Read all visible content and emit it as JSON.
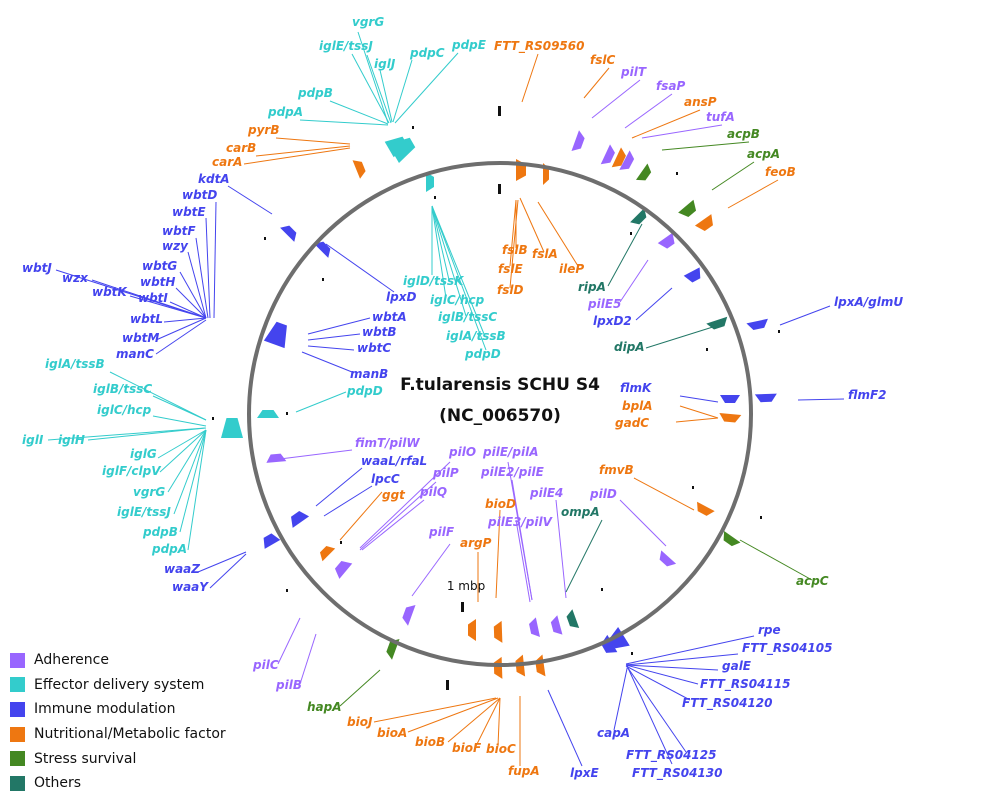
{
  "chart_data": {
    "type": "circular-genome-map",
    "title": "F.tularensis SCHU S4",
    "subtitle": "(NC_006570)",
    "scale_marker": "1 mbp",
    "categories": [
      {
        "key": "adh",
        "name": "Adherence",
        "color": "#9966ff"
      },
      {
        "key": "eff",
        "name": "Effector delivery system",
        "color": "#33cccc"
      },
      {
        "key": "imm",
        "name": "Immune modulation",
        "color": "#4444ee"
      },
      {
        "key": "nut",
        "name": "Nutritional/Metabolic factor",
        "color": "#ee7711"
      },
      {
        "key": "str",
        "name": "Stress survival",
        "color": "#448822"
      },
      {
        "key": "oth",
        "name": "Others",
        "color": "#227766"
      }
    ],
    "genes": [
      {
        "label": "vgrG",
        "cat": "eff"
      },
      {
        "label": "iglE/tssJ",
        "cat": "eff"
      },
      {
        "label": "iglJ",
        "cat": "eff"
      },
      {
        "label": "pdpC",
        "cat": "eff"
      },
      {
        "label": "pdpE",
        "cat": "eff"
      },
      {
        "label": "FTT_RS09560",
        "cat": "nut"
      },
      {
        "label": "fslC",
        "cat": "nut"
      },
      {
        "label": "pilT",
        "cat": "adh"
      },
      {
        "label": "fsaP",
        "cat": "adh"
      },
      {
        "label": "ansP",
        "cat": "nut"
      },
      {
        "label": "tufA",
        "cat": "adh"
      },
      {
        "label": "acpB",
        "cat": "str"
      },
      {
        "label": "acpA",
        "cat": "str"
      },
      {
        "label": "feoB",
        "cat": "nut"
      },
      {
        "label": "pdpB",
        "cat": "eff"
      },
      {
        "label": "pdpA",
        "cat": "eff"
      },
      {
        "label": "pyrB",
        "cat": "nut"
      },
      {
        "label": "carB",
        "cat": "nut"
      },
      {
        "label": "carA",
        "cat": "nut"
      },
      {
        "label": "kdtA",
        "cat": "imm"
      },
      {
        "label": "wbtD",
        "cat": "imm"
      },
      {
        "label": "wbtE",
        "cat": "imm"
      },
      {
        "label": "wbtF",
        "cat": "imm"
      },
      {
        "label": "wzy",
        "cat": "imm"
      },
      {
        "label": "wbtJ",
        "cat": "imm"
      },
      {
        "label": "wzx",
        "cat": "imm"
      },
      {
        "label": "wbtG",
        "cat": "imm"
      },
      {
        "label": "wbtH",
        "cat": "imm"
      },
      {
        "label": "wbtK",
        "cat": "imm"
      },
      {
        "label": "wbtI",
        "cat": "imm"
      },
      {
        "label": "wbtL",
        "cat": "imm"
      },
      {
        "label": "wbtM",
        "cat": "imm"
      },
      {
        "label": "manC",
        "cat": "imm"
      },
      {
        "label": "iglA/tssB",
        "cat": "eff"
      },
      {
        "label": "iglB/tssC",
        "cat": "eff"
      },
      {
        "label": "iglC/hcp",
        "cat": "eff"
      },
      {
        "label": "iglI",
        "cat": "eff"
      },
      {
        "label": "iglH",
        "cat": "eff"
      },
      {
        "label": "iglG",
        "cat": "eff"
      },
      {
        "label": "iglF/clpV",
        "cat": "eff"
      },
      {
        "label": "vgrG",
        "cat": "eff"
      },
      {
        "label": "iglE/tssJ",
        "cat": "eff"
      },
      {
        "label": "pdpB",
        "cat": "eff"
      },
      {
        "label": "pdpA",
        "cat": "eff"
      },
      {
        "label": "waaZ",
        "cat": "imm"
      },
      {
        "label": "waaY",
        "cat": "imm"
      },
      {
        "label": "pilC",
        "cat": "adh"
      },
      {
        "label": "pilB",
        "cat": "adh"
      },
      {
        "label": "hapA",
        "cat": "str"
      },
      {
        "label": "bioJ",
        "cat": "nut"
      },
      {
        "label": "bioA",
        "cat": "nut"
      },
      {
        "label": "bioB",
        "cat": "nut"
      },
      {
        "label": "bioF",
        "cat": "nut"
      },
      {
        "label": "bioC",
        "cat": "nut"
      },
      {
        "label": "fupA",
        "cat": "nut"
      },
      {
        "label": "lpxE",
        "cat": "imm"
      },
      {
        "label": "capA",
        "cat": "imm"
      },
      {
        "label": "rpe",
        "cat": "imm"
      },
      {
        "label": "FTT_RS04105",
        "cat": "imm"
      },
      {
        "label": "galE",
        "cat": "imm"
      },
      {
        "label": "FTT_RS04115",
        "cat": "imm"
      },
      {
        "label": "FTT_RS04120",
        "cat": "imm"
      },
      {
        "label": "FTT_RS04125",
        "cat": "imm"
      },
      {
        "label": "FTT_RS04130",
        "cat": "imm"
      },
      {
        "label": "acpC",
        "cat": "str"
      },
      {
        "label": "lpxA/glmU",
        "cat": "imm"
      },
      {
        "label": "flmF2",
        "cat": "imm"
      },
      {
        "label": "iglD/tssK",
        "cat": "eff"
      },
      {
        "label": "iglC/hcp",
        "cat": "eff"
      },
      {
        "label": "iglB/tssC",
        "cat": "eff"
      },
      {
        "label": "iglA/tssB",
        "cat": "eff"
      },
      {
        "label": "pdpD",
        "cat": "eff"
      },
      {
        "label": "fslB",
        "cat": "nut"
      },
      {
        "label": "fslA",
        "cat": "nut"
      },
      {
        "label": "fslE",
        "cat": "nut"
      },
      {
        "label": "fslD",
        "cat": "nut"
      },
      {
        "label": "ileP",
        "cat": "nut"
      },
      {
        "label": "ripA",
        "cat": "oth"
      },
      {
        "label": "pilE5",
        "cat": "adh"
      },
      {
        "label": "lpxD2",
        "cat": "imm"
      },
      {
        "label": "dipA",
        "cat": "oth"
      },
      {
        "label": "lpxD",
        "cat": "imm"
      },
      {
        "label": "wbtA",
        "cat": "imm"
      },
      {
        "label": "wbtB",
        "cat": "imm"
      },
      {
        "label": "wbtC",
        "cat": "imm"
      },
      {
        "label": "manB",
        "cat": "imm"
      },
      {
        "label": "pdpD",
        "cat": "eff"
      },
      {
        "label": "flmK",
        "cat": "imm"
      },
      {
        "label": "bplA",
        "cat": "nut"
      },
      {
        "label": "gadC",
        "cat": "nut"
      },
      {
        "label": "fimT/pilW",
        "cat": "adh"
      },
      {
        "label": "waaL/rfaL",
        "cat": "imm"
      },
      {
        "label": "lpcC",
        "cat": "imm"
      },
      {
        "label": "ggt",
        "cat": "nut"
      },
      {
        "label": "pilO",
        "cat": "adh"
      },
      {
        "label": "pilP",
        "cat": "adh"
      },
      {
        "label": "pilQ",
        "cat": "adh"
      },
      {
        "label": "pilE/pilA",
        "cat": "adh"
      },
      {
        "label": "pilE2/pilE",
        "cat": "adh"
      },
      {
        "label": "bioD",
        "cat": "nut"
      },
      {
        "label": "pilE3/pilV",
        "cat": "adh"
      },
      {
        "label": "pilE4",
        "cat": "adh"
      },
      {
        "label": "ompA",
        "cat": "oth"
      },
      {
        "label": "fmvB",
        "cat": "nut"
      },
      {
        "label": "pilD",
        "cat": "adh"
      },
      {
        "label": "pilF",
        "cat": "adh"
      },
      {
        "label": "argP",
        "cat": "nut"
      }
    ]
  }
}
